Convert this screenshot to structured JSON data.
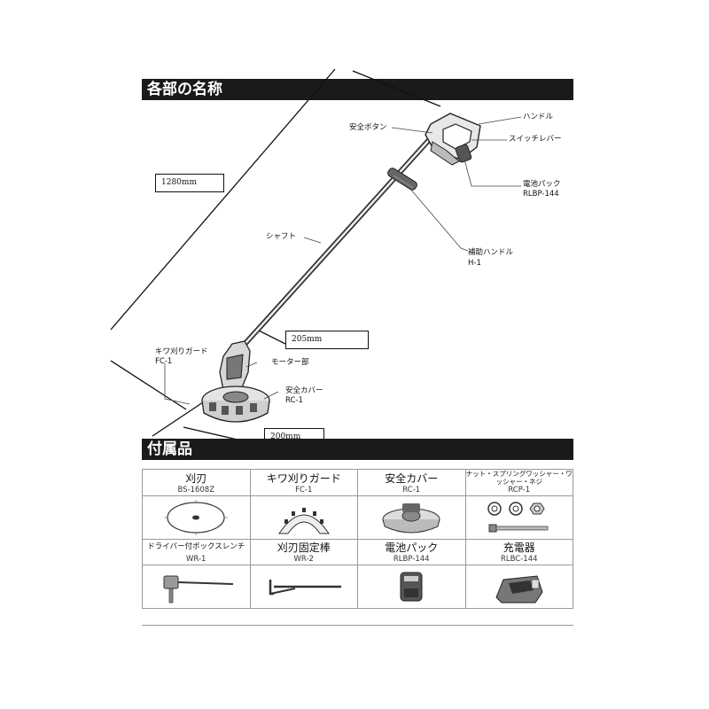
{
  "headers": {
    "parts": "各部の名称",
    "accessories": "付属品"
  },
  "parts_labels": {
    "safety_button": "安全ボタン",
    "handle": "ハンドル",
    "switch_lever": "スイッチレバー",
    "battery_name": "電池パック",
    "battery_code": "RLBP-144",
    "aux_handle_name": "補助ハンドル",
    "aux_handle_code": "H-1",
    "shaft": "シャフト",
    "edge_guard_name": "キワ刈りガード",
    "edge_guard_code": "FC-1",
    "motor": "モーター部",
    "safety_cover_name": "安全カバー",
    "safety_cover_code": "RC-1"
  },
  "dimensions": {
    "total_length": "1280mm",
    "head_length": "205mm",
    "head_width": "200mm"
  },
  "accessories": [
    {
      "name": "刈刃",
      "code": "BS-1608Z",
      "icon": "blade-icon"
    },
    {
      "name": "キワ刈りガード",
      "code": "FC-1",
      "icon": "edge-guard-icon"
    },
    {
      "name": "安全カバー",
      "code": "RC-1",
      "icon": "safety-cover-icon"
    },
    {
      "name": "ナット・スプリングワッシャー・ワッシャー・ネジ",
      "code": "RCP-1",
      "icon": "nut-washer-bolt-icon"
    },
    {
      "name": "ドライバー付ボックスレンチ",
      "code": "WR-1",
      "icon": "box-wrench-icon"
    },
    {
      "name": "刈刃固定棒",
      "code": "WR-2",
      "icon": "fixing-rod-icon"
    },
    {
      "name": "電池パック",
      "code": "RLBP-144",
      "icon": "battery-pack-icon"
    },
    {
      "name": "充電器",
      "code": "RLBC-144",
      "icon": "charger-icon"
    }
  ]
}
